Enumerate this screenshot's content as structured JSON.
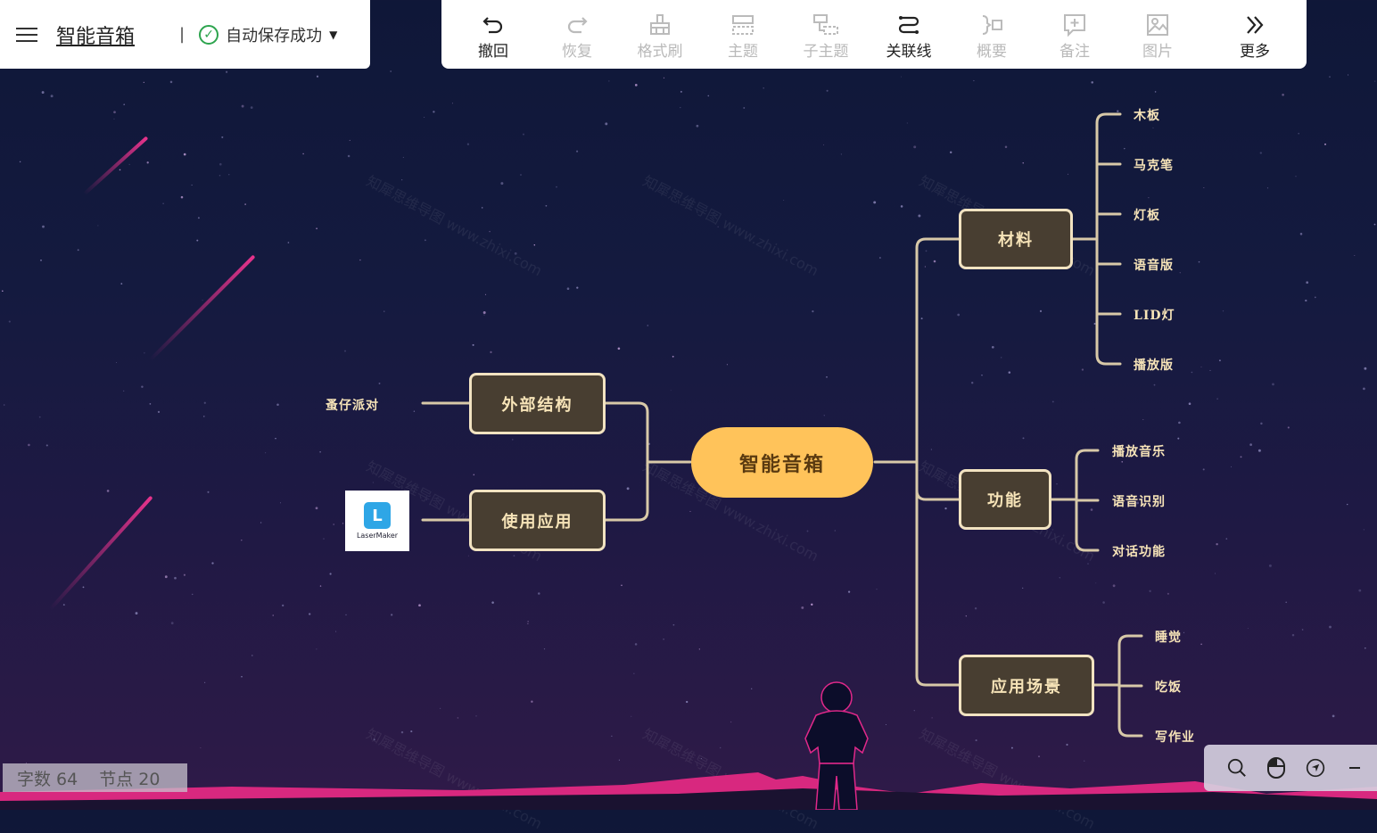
{
  "header": {
    "doc_title": "智能音箱",
    "separator": "|",
    "save_status": "自动保存成功"
  },
  "toolbar": {
    "items": [
      {
        "label": "撤回",
        "icon": "undo-icon",
        "enabled": true
      },
      {
        "label": "恢复",
        "icon": "redo-icon",
        "enabled": false
      },
      {
        "label": "格式刷",
        "icon": "format-painter-icon",
        "enabled": false
      },
      {
        "label": "主题",
        "icon": "topic-icon",
        "enabled": false
      },
      {
        "label": "子主题",
        "icon": "subtopic-icon",
        "enabled": false
      },
      {
        "label": "关联线",
        "icon": "relation-line-icon",
        "enabled": true
      },
      {
        "label": "概要",
        "icon": "summary-icon",
        "enabled": false
      },
      {
        "label": "备注",
        "icon": "note-icon",
        "enabled": false
      },
      {
        "label": "图片",
        "icon": "image-icon",
        "enabled": false
      },
      {
        "label": "更多",
        "icon": "more-icon",
        "enabled": true
      }
    ]
  },
  "mindmap": {
    "root": "智能音箱",
    "left": [
      {
        "label": "外部结构",
        "children": [
          "蚤仔派对"
        ]
      },
      {
        "label": "使用应用",
        "image_text": "LaserMaker"
      }
    ],
    "right": [
      {
        "label": "材料",
        "children": [
          "木板",
          "马克笔",
          "灯板",
          "语音版",
          "LID灯",
          "播放版"
        ]
      },
      {
        "label": "功能",
        "children": [
          "播放音乐",
          "语音识别",
          "对话功能"
        ]
      },
      {
        "label": "应用场景",
        "children": [
          "睡觉",
          "吃饭",
          "写作业"
        ]
      }
    ]
  },
  "stats": {
    "word_count": "字数 64",
    "node_count": "节点 20"
  },
  "watermark": "知犀思维导图 www.zhixi.com",
  "colors": {
    "root_fill": "#ffc35a",
    "node_fill": "#483e31",
    "node_border": "#f2e3c1",
    "line": "#d8c9a8",
    "meteor": "#e8338c"
  }
}
